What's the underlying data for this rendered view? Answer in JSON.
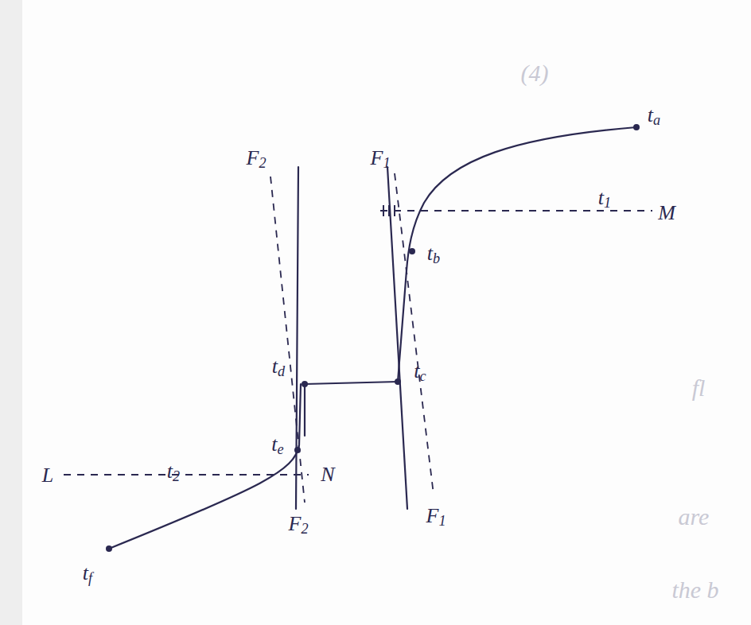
{
  "diagram": {
    "labels": [
      "ta",
      "tb",
      "t1",
      "M",
      "F1",
      "F1",
      "F2",
      "F2",
      "tc",
      "td",
      "te",
      "t2",
      "N",
      "L",
      "tf",
      "(4)",
      "fl",
      "are",
      "the b"
    ]
  }
}
